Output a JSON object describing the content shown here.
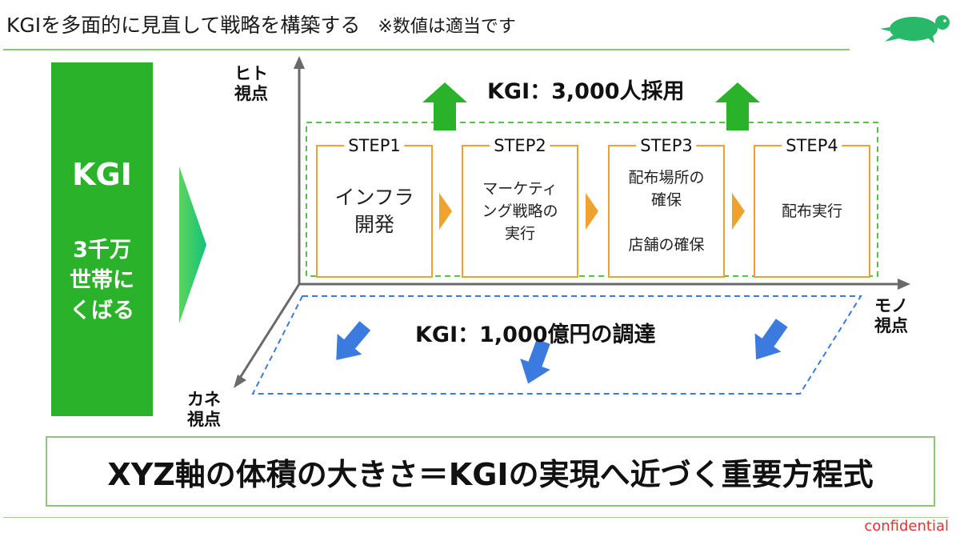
{
  "header": {
    "title": "KGIを多面的に見直して戦略を構築する",
    "note": "※数値は適当です"
  },
  "kgi": {
    "label": "KGI",
    "goal": "3千万\n世帯に\nくばる"
  },
  "axes": {
    "y": "ヒト\n視点",
    "x": "モノ\n視点",
    "z": "カネ\n視点"
  },
  "planes": {
    "people_kgi": "KGI：3,000人採用",
    "money_kgi": "KGI：1,000億円の調達"
  },
  "steps": [
    {
      "title": "STEP1",
      "body": "インフラ\n開発"
    },
    {
      "title": "STEP2",
      "body": "マーケティ\nング戦略の\n実行"
    },
    {
      "title": "STEP3",
      "body": "配布場所の\n確保\n\n店舗の確保"
    },
    {
      "title": "STEP4",
      "body": "配布実行"
    }
  ],
  "equation": "XYZ軸の体積の大きさ＝KGIの実現へ近づく重要方程式",
  "footer": {
    "confidential": "confidential"
  },
  "icons": {
    "logo": "turtle-icon",
    "up": "up-arrow-icon",
    "down": "down-arrow-icon",
    "step": "chevron-right-icon"
  },
  "colors": {
    "green": "#2ab32a",
    "orange": "#f0a230",
    "blue": "#3b7be0",
    "dashed_green": "#5cbf4a",
    "confidential": "#e83030"
  }
}
